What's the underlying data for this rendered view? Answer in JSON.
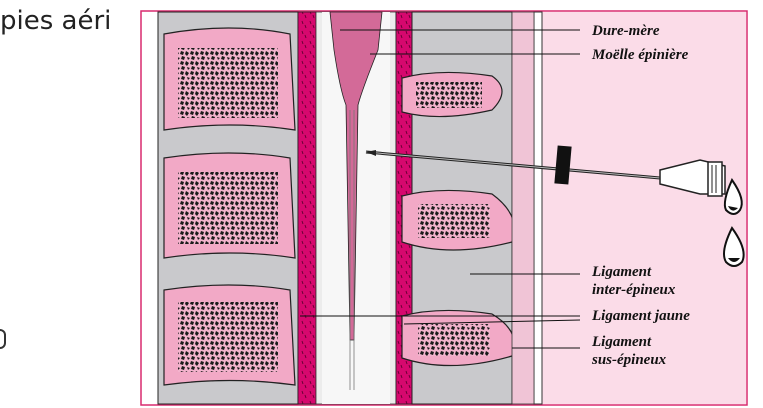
{
  "slide": {
    "title_fragment": "pies aéri"
  },
  "diagram": {
    "labels": {
      "dura": "Dure-mère",
      "spinal_cord": "Moëlle épinière",
      "interspinous_1": "Ligament",
      "interspinous_2": "inter-épineux",
      "flavum": "Ligament jaune",
      "supraspinous_1": "Ligament",
      "supraspinous_2": "sus-épineux"
    },
    "colors": {
      "bone": "#f2a9c6",
      "bone_outline": "#222222",
      "ligament": "#d6086e",
      "disc": "#c9c9cc",
      "canal": "#ececec",
      "cord": "#d36a98",
      "skin": "#fbdce8",
      "frame": "#d82a6f"
    },
    "icons": [
      "syringe-icon",
      "droplet-icon"
    ]
  }
}
